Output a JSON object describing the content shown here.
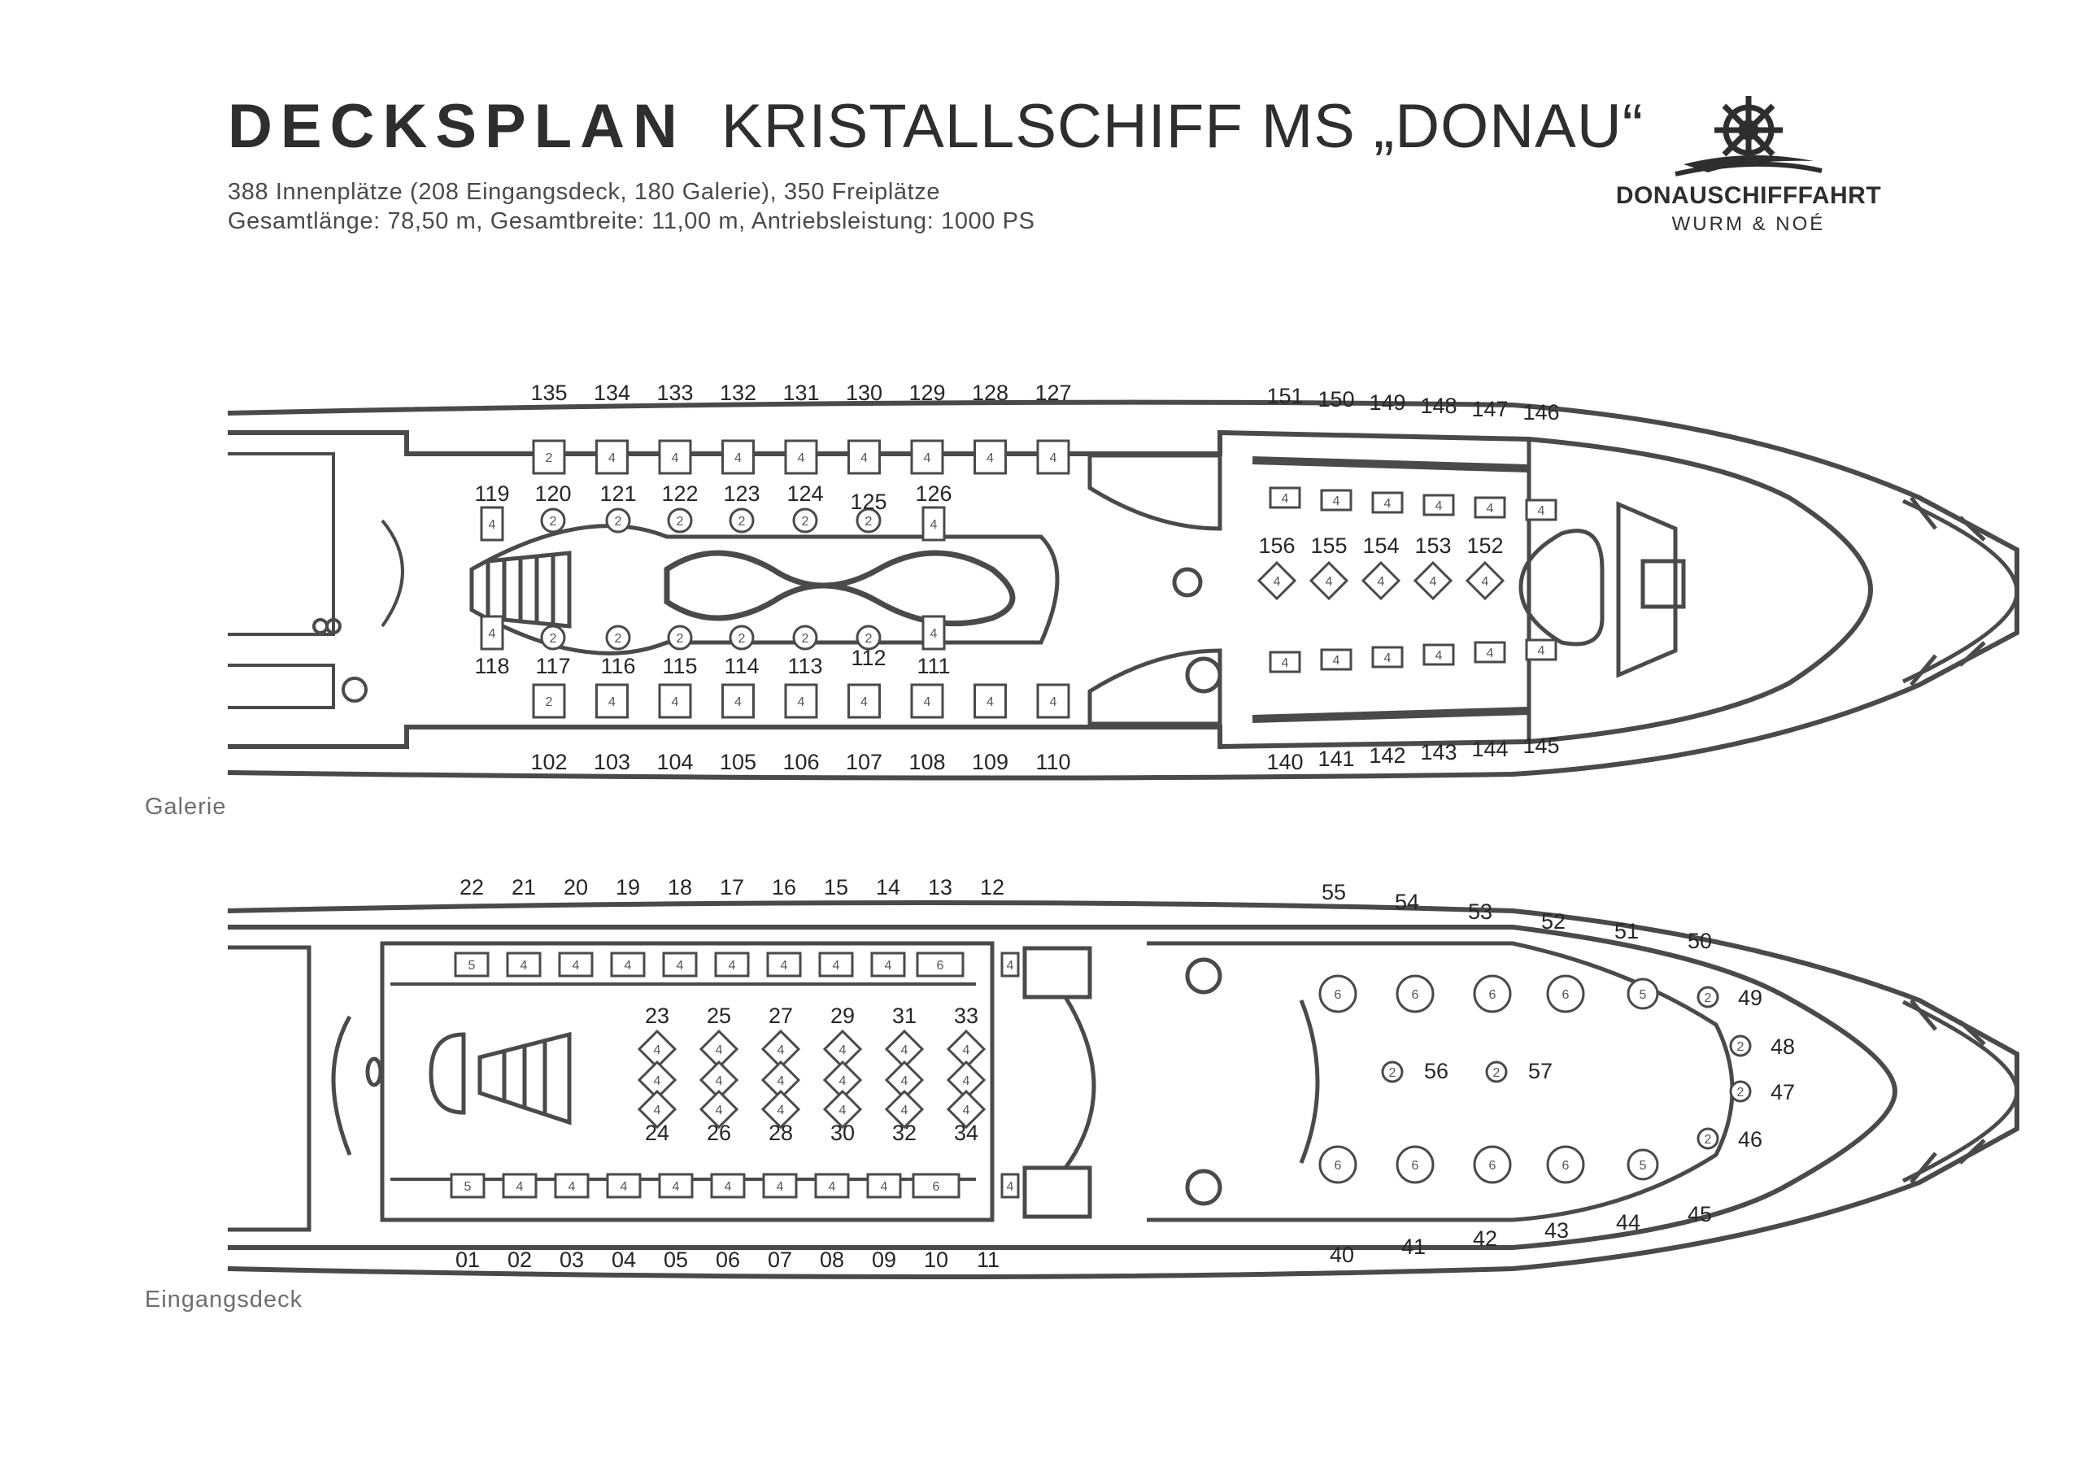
{
  "header": {
    "title_bold": "DECKSPLAN",
    "title_light": "KRISTALLSCHIFF MS „DONAU“",
    "line1": "388 Innenplätze (208 Eingangsdeck, 180 Galerie), 350 Freiplätze",
    "line2": "Gesamtlänge: 78,50 m, Gesamtbreite: 11,00 m, Antriebsleistung: 1000 PS"
  },
  "brand": {
    "name": "DONAUSCHIFFFAHRT",
    "sub": "WURM & NOÉ",
    "logo_icon": "ship-wheel-wave-icon"
  },
  "colors": {
    "line": "#4a4a4a",
    "text": "#262626"
  },
  "decks": {
    "galerie": {
      "label": "Galerie",
      "tables_top": [
        "135",
        "134",
        "133",
        "132",
        "131",
        "130",
        "129",
        "128",
        "127"
      ],
      "tables_bottom": [
        "102",
        "103",
        "104",
        "105",
        "106",
        "107",
        "108",
        "109",
        "110"
      ],
      "tables_inner_top": [
        "119",
        "120",
        "121",
        "122",
        "123",
        "124",
        "125",
        "126"
      ],
      "tables_inner_bottom": [
        "118",
        "117",
        "116",
        "115",
        "114",
        "113",
        "112",
        "111"
      ],
      "bow_top": [
        "151",
        "150",
        "149",
        "148",
        "147",
        "146"
      ],
      "bow_bottom": [
        "140",
        "141",
        "142",
        "143",
        "144",
        "145"
      ],
      "bow_center": [
        "156",
        "155",
        "154",
        "153",
        "152"
      ],
      "seat_top": [
        "2",
        "4",
        "4",
        "4",
        "4",
        "4",
        "4",
        "4",
        "4"
      ],
      "seat_bottom": [
        "2",
        "4",
        "4",
        "4",
        "4",
        "4",
        "4",
        "4",
        "4"
      ],
      "seat_inner_top": [
        "4",
        "2",
        "2",
        "2",
        "2",
        "2",
        "2",
        "4"
      ],
      "seat_inner_bottom": [
        "4",
        "2",
        "2",
        "2",
        "2",
        "2",
        "2",
        "4"
      ],
      "seat_bow_row": [
        "4",
        "4",
        "4",
        "4",
        "4",
        "4"
      ],
      "seat_bow_center": [
        "4",
        "4",
        "4",
        "4",
        "4"
      ]
    },
    "eingangsdeck": {
      "label": "Eingangsdeck",
      "tables_top": [
        "22",
        "21",
        "20",
        "19",
        "18",
        "17",
        "16",
        "15",
        "14",
        "13",
        "12"
      ],
      "tables_bottom": [
        "01",
        "02",
        "03",
        "04",
        "05",
        "06",
        "07",
        "08",
        "09",
        "10",
        "11"
      ],
      "center_top": [
        "23",
        "25",
        "27",
        "29",
        "31",
        "33"
      ],
      "center_bottom": [
        "24",
        "26",
        "28",
        "30",
        "32",
        "34"
      ],
      "bow_top": [
        "55",
        "54",
        "53",
        "52",
        "51",
        "50"
      ],
      "bow_bottom": [
        "40",
        "41",
        "42",
        "43",
        "44",
        "45"
      ],
      "bow_side": [
        "49",
        "48",
        "47",
        "46"
      ],
      "bow_center": [
        "56",
        "57"
      ],
      "seat_row": [
        "5",
        "4",
        "4",
        "4",
        "4",
        "4",
        "4",
        "4",
        "4",
        "6",
        "4"
      ],
      "seat_center": [
        "4",
        "4",
        "4",
        "4",
        "4",
        "4"
      ],
      "seat_booth": [
        "6",
        "6",
        "6",
        "6",
        "5"
      ],
      "seat_small": [
        "2"
      ]
    }
  }
}
